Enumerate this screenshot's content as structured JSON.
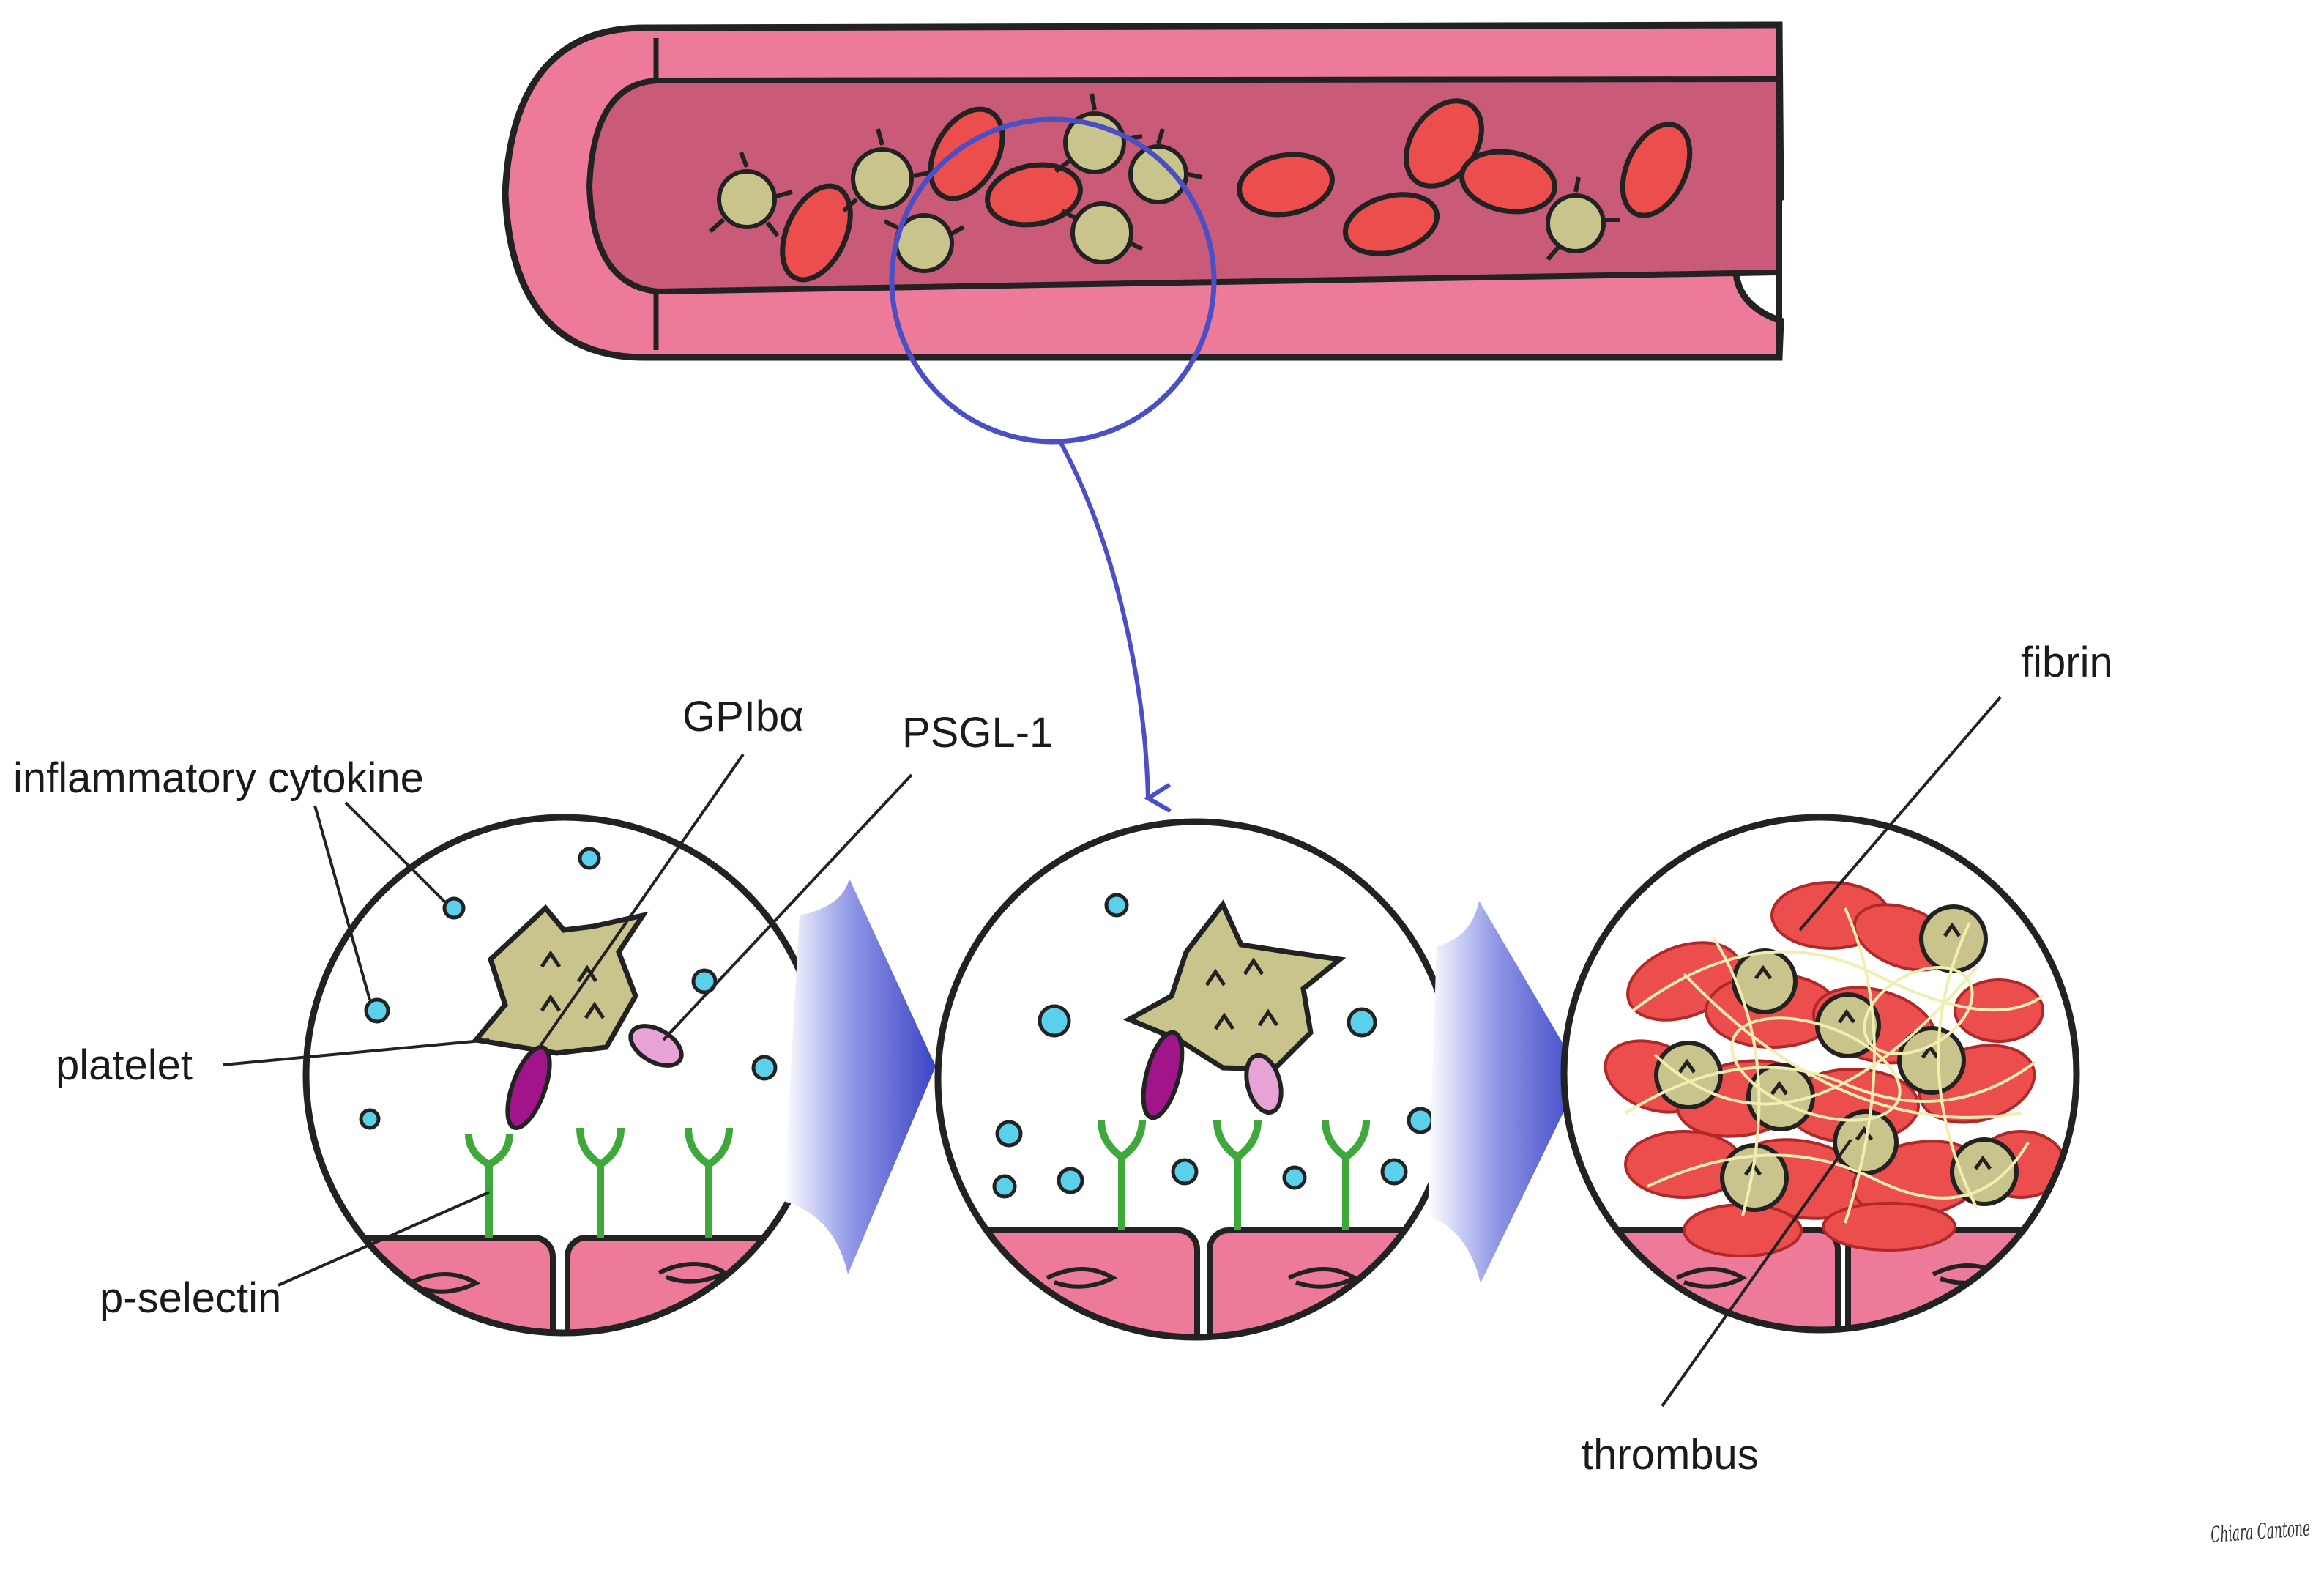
{
  "labels": {
    "inflammatory_cytokine": "inflammatory cytokine",
    "gpib_alpha": "GPIbα",
    "psgl1": "PSGL-1",
    "platelet": "platelet",
    "p_selectin": "p-selectin",
    "fibrin": "fibrin",
    "thrombus": "thrombus"
  },
  "signature": "Chiara Cantone",
  "colors": {
    "vessel_wall": "#ec7a98",
    "vessel_lumen": "#c95a78",
    "red_blood_cell": "#ec4e4e",
    "platelet": "#c9c38c",
    "magnifier_ring": "#4b4fc4",
    "arrow": "#3c45c4",
    "gpib_alpha": "#a0158a",
    "psgl1": "#e8a3d6",
    "p_selectin": "#3fa83a",
    "cytokine": "#5bd0ea",
    "endothelium": "#ec7a98",
    "fibrin": "#f0eeb0"
  }
}
